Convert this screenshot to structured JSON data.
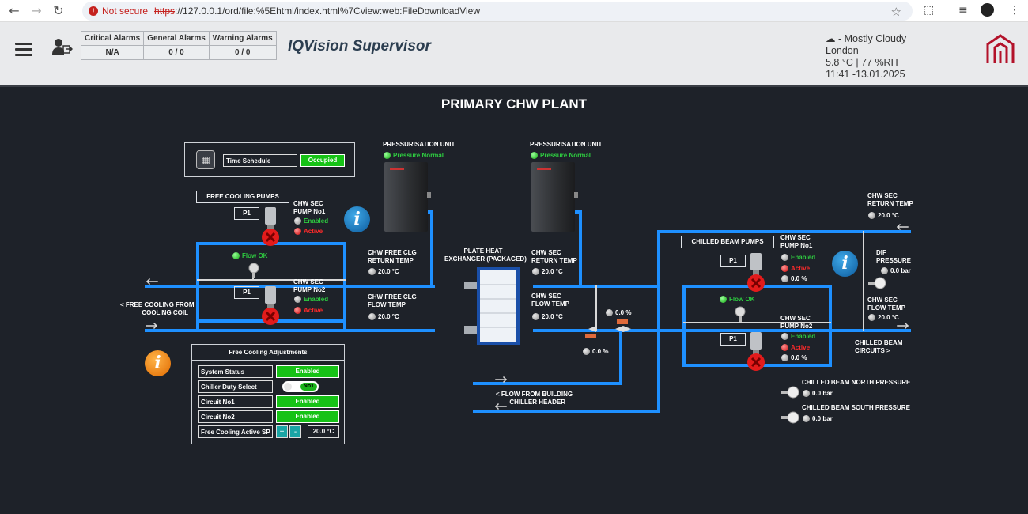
{
  "browser": {
    "security_label": "Not secure",
    "url_scheme": "https",
    "url_rest": "://127.0.0.1/ord/file:%5Ehtml/index.html%7Cview:web:FileDownloadView"
  },
  "header": {
    "alarms": {
      "critical_label": "Critical Alarms",
      "general_label": "General Alarms",
      "warning_label": "Warning Alarms",
      "critical_value": "N/A",
      "general_value": "0 / 0",
      "warning_value": "0 / 0"
    },
    "app_title": "IQVision Supervisor",
    "weather": {
      "condition": "- Mostly Cloudy",
      "city": "London",
      "readings": "5.8 °C | 77 %RH",
      "datetime": "11:41 -13.01.2025"
    }
  },
  "plant": {
    "title": "PRIMARY CHW PLANT",
    "schedule": {
      "label": "Time Schedule",
      "value": "Occupied"
    },
    "pu1": {
      "title": "PRESSURISATION UNIT",
      "status": "Pressure Normal"
    },
    "pu2": {
      "title": "PRESSURISATION UNIT",
      "status": "Pressure Normal"
    },
    "free_cooling_pumps": {
      "title": "FREE COOLING PUMPS",
      "p1_tag": "P1",
      "p2_tag": "P1",
      "pump1_name": "CHW SEC\nPUMP No1",
      "pump1_enabled": "Enabled",
      "pump1_active": "Active",
      "pump2_name": "CHW SEC\nPUMP No2",
      "pump2_enabled": "Enabled",
      "pump2_active": "Active",
      "flow": "Flow OK"
    },
    "left_labels": {
      "from_coil": "< FREE COOLING FROM\nCOOLING COIL",
      "free_clg_return": "CHW FREE CLG\nRETURN TEMP",
      "free_clg_return_val": "20.0 °C",
      "free_clg_flow": "CHW FREE CLG\nFLOW TEMP",
      "free_clg_flow_val": "20.0 °C"
    },
    "heat_exchanger": "PLATE HEAT\nEXCHANGER (PACKAGED)",
    "centre_labels": {
      "sec_return": "CHW SEC\nRETURN TEMP",
      "sec_return_val": "20.0 °C",
      "sec_flow": "CHW SEC\nFLOW TEMP",
      "sec_flow_val": "20.0 °C",
      "valve1_val": "0.0 %",
      "valve2_val": "0.0 %",
      "from_building": "< FLOW FROM BUILDING\nCHILLER HEADER"
    },
    "adjustments": {
      "title": "Free Cooling Adjustments",
      "system_status_label": "System Status",
      "system_status_val": "Enabled",
      "duty_label": "Chiller Duty Select",
      "duty_val": "No1",
      "circuit1_label": "Circuit No1",
      "circuit1_val": "Enabled",
      "circuit2_label": "Circuit No2",
      "circuit2_val": "Enabled",
      "sp_label": "Free Cooling Active SP",
      "sp_plus": "+",
      "sp_minus": "-",
      "sp_val": "20.0 °C"
    },
    "chilled_beam_pumps": {
      "title": "CHILLED BEAM PUMPS",
      "p1_tag": "P1",
      "p2_tag": "P1",
      "pump1_name": "CHW SEC\nPUMP No1",
      "pump1_enabled": "Enabled",
      "pump1_active": "Active",
      "pump1_speed": "0.0 %",
      "pump2_name": "CHW SEC\nPUMP No2",
      "pump2_enabled": "Enabled",
      "pump2_active": "Active",
      "pump2_speed": "0.0 %",
      "flow": "Flow OK"
    },
    "right_labels": {
      "sec_return": "CHW SEC\nRETURN TEMP",
      "sec_return_val": "20.0 °C",
      "dif_pressure": "DIF\nPRESSURE",
      "dif_pressure_val": "0.0 bar",
      "sec_flow": "CHW SEC\nFLOW TEMP",
      "sec_flow_val": "20.0 °C",
      "beam_circuits": "CHILLED BEAM\nCIRCUITS >",
      "north_pressure": "CHILLED BEAM NORTH PRESSURE",
      "north_val": "0.0 bar",
      "south_pressure": "CHILLED BEAM SOUTH PRESSURE",
      "south_val": "0.0 bar"
    }
  },
  "colors": {
    "pipe": "#1e90ff",
    "pipe_white": "#d8d8d8",
    "enabled": "#2ecc40",
    "active": "#ff2a2a",
    "background": "#1e2229"
  }
}
